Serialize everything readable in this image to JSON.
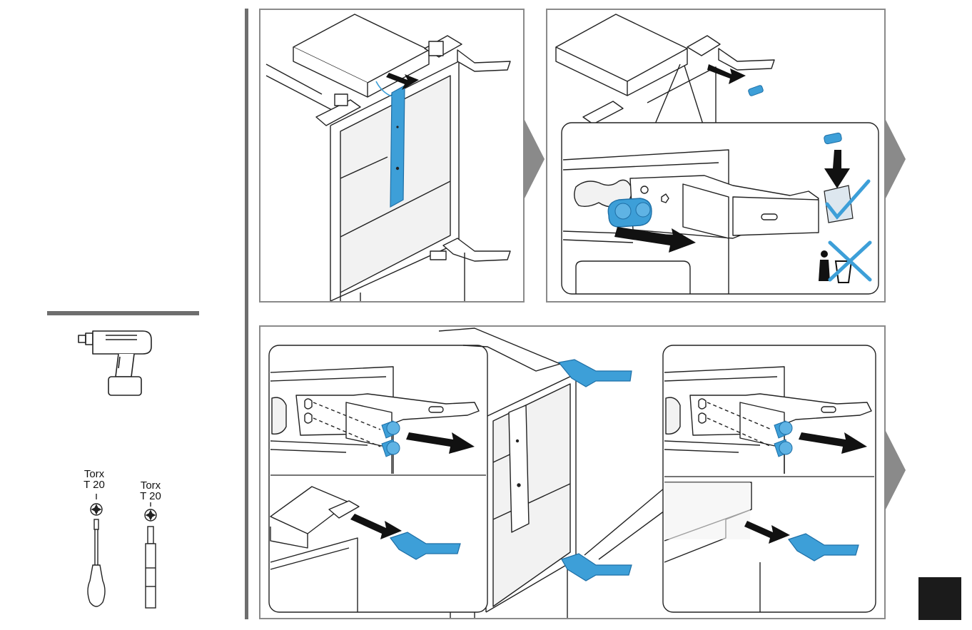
{
  "tools": {
    "screwdriver_label_line1": "Torx",
    "screwdriver_label_line2": "T 20",
    "bit_label_line1": "Torx",
    "bit_label_line2": "T 20"
  },
  "colors": {
    "accent": "#3d9fd8",
    "accent_dark": "#1e6fa6",
    "panel_border": "#8a8a8a",
    "divider": "#6e6e6e",
    "line_art": "#222222",
    "cabinet_fill": "#f2f2f2",
    "page_marker": "#1b1b1b"
  },
  "icons": {
    "drill": "cordless-drill-icon",
    "screwdriver": "torx-screwdriver-icon",
    "bit": "torx-bit-icon",
    "keep_part": "checkmark-icon",
    "do_not_discard": "cross-icon",
    "next_step": "chevron-right-icon"
  }
}
